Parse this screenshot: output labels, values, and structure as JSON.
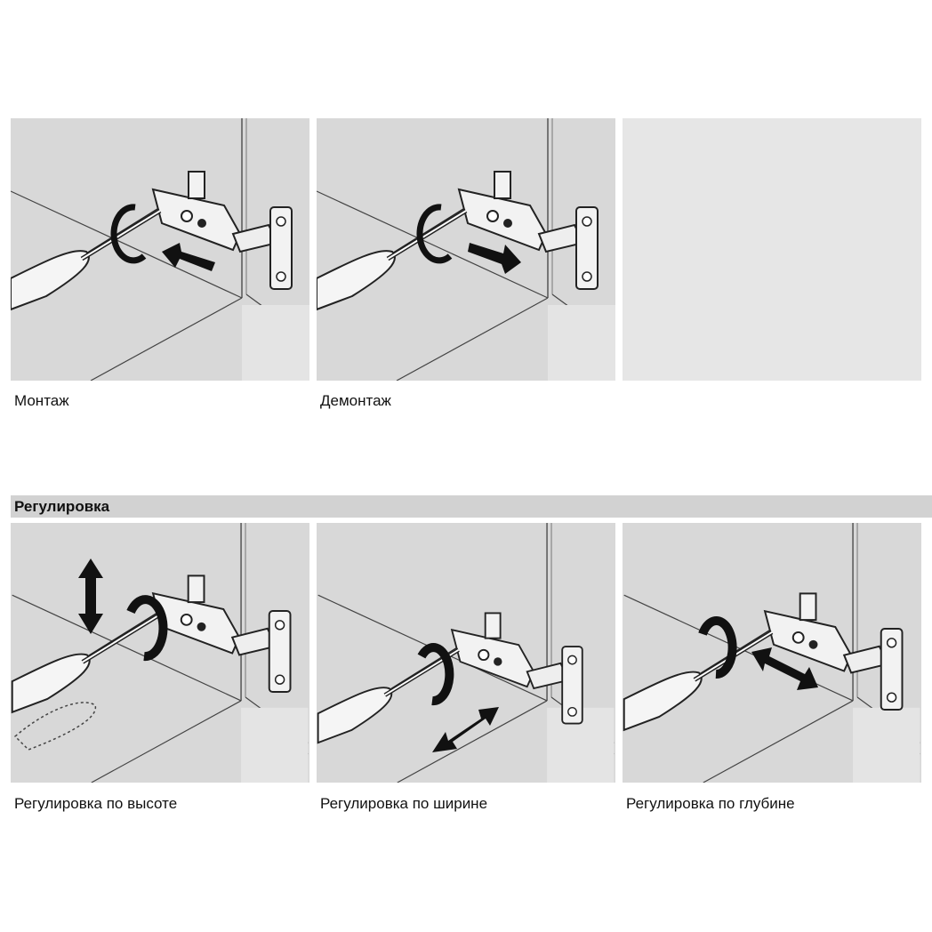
{
  "installation": {
    "panels": [
      {
        "caption": "Монтаж",
        "arrow": "push-in"
      },
      {
        "caption": "Демонтаж",
        "arrow": "pull-out"
      },
      {
        "caption": "",
        "arrow": "none"
      }
    ]
  },
  "adjustment": {
    "heading": "Регулировка",
    "panels": [
      {
        "caption": "Регулировка по высоте",
        "arrow": "vertical"
      },
      {
        "caption": "Регулировка по ширине",
        "arrow": "width"
      },
      {
        "caption": "Регулировка по глубине",
        "arrow": "depth"
      }
    ]
  },
  "colors": {
    "panel": "#d8d8d8",
    "empty_panel": "#e6e6e6",
    "header_bar": "#d2d2d2"
  }
}
